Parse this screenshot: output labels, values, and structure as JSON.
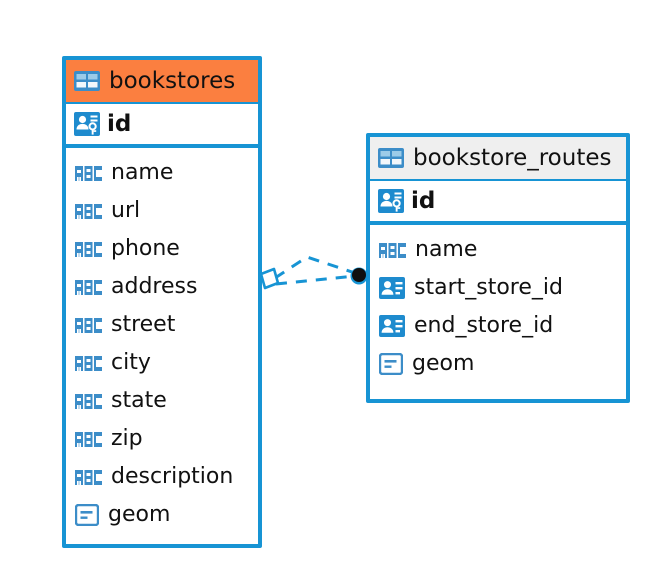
{
  "diagram": {
    "type": "entity-relationship-diagram",
    "background_color": "#ffffff",
    "accent_color": "#1794D4",
    "header_highlight_color": "#FB7F40",
    "header_neutral_color": "#EFEFEF"
  },
  "entities": [
    {
      "name": "bookstores",
      "header_style": "accent",
      "header_icon": "table-icon",
      "primary_key": {
        "label": "id",
        "icon": "primary-key-icon"
      },
      "fields": [
        {
          "label": "name",
          "icon": "text-type-icon"
        },
        {
          "label": "url",
          "icon": "text-type-icon"
        },
        {
          "label": "phone",
          "icon": "text-type-icon"
        },
        {
          "label": "address",
          "icon": "text-type-icon"
        },
        {
          "label": "street",
          "icon": "text-type-icon"
        },
        {
          "label": "city",
          "icon": "text-type-icon"
        },
        {
          "label": "state",
          "icon": "text-type-icon"
        },
        {
          "label": "zip",
          "icon": "text-type-icon"
        },
        {
          "label": "description",
          "icon": "text-type-icon"
        },
        {
          "label": "geom",
          "icon": "geometry-type-icon"
        }
      ]
    },
    {
      "name": "bookstore_routes",
      "header_style": "neutral",
      "header_icon": "table-icon",
      "primary_key": {
        "label": "id",
        "icon": "primary-key-icon"
      },
      "fields": [
        {
          "label": "name",
          "icon": "text-type-icon"
        },
        {
          "label": "start_store_id",
          "icon": "foreign-key-icon"
        },
        {
          "label": "end_store_id",
          "icon": "foreign-key-icon"
        },
        {
          "label": "geom",
          "icon": "geometry-type-icon"
        }
      ]
    }
  ],
  "relationship": {
    "from_entity": "bookstores",
    "to_entity": "bookstore_routes",
    "line_style": "dashed",
    "line_color": "#1794D4",
    "source_marker": "diamond-marker",
    "target_marker": "filled-circle-marker",
    "target_marker_color": "#101010"
  }
}
